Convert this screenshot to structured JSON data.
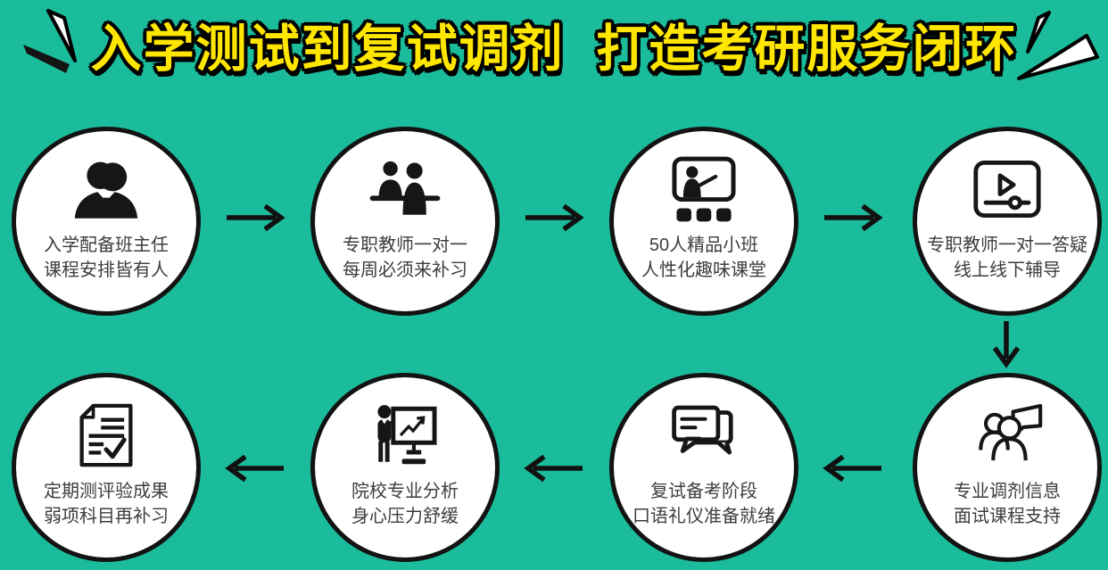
{
  "title": {
    "text": "入学测试到复试调剂  打造考研服务闭环",
    "text_color": "#ffe600",
    "outline_color": "#000000"
  },
  "colors": {
    "background": "#1bbc9b",
    "circle_fill": "#ffffff",
    "circle_border": "#131313",
    "node_text": "#3d3d3d",
    "icon": "#161616",
    "arrow": "#111111",
    "spark_fill": "#ffffff"
  },
  "flow": {
    "nodes": [
      {
        "step": 1,
        "icon": "businessman-icon",
        "line1": "入学配备班主任",
        "line2": "课程安排皆有人"
      },
      {
        "step": 2,
        "icon": "two-teachers-desk-icon",
        "line1": "专职教师一对一",
        "line2": "每周必须来补习"
      },
      {
        "step": 3,
        "icon": "classroom-lecture-icon",
        "line1": "50人精品小班",
        "line2": "人性化趣味课堂"
      },
      {
        "step": 4,
        "icon": "video-lesson-icon",
        "line1": "专职教师一对一答疑",
        "line2": "线上线下辅导"
      },
      {
        "step": 5,
        "icon": "people-speech-bubble-icon",
        "line1": "专业调剂信息",
        "line2": "面试课程支持"
      },
      {
        "step": 6,
        "icon": "chat-bubbles-icon",
        "line1": "复试备考阶段",
        "line2": "口语礼仪准备就绪"
      },
      {
        "step": 7,
        "icon": "presenter-chart-icon",
        "line1": "院校专业分析",
        "line2": "身心压力舒缓"
      },
      {
        "step": 8,
        "icon": "document-check-icon",
        "line1": "定期测评验成果",
        "line2": "弱项科目再补习"
      }
    ],
    "arrows": [
      {
        "from": 1,
        "to": 2,
        "direction": "right"
      },
      {
        "from": 2,
        "to": 3,
        "direction": "right"
      },
      {
        "from": 3,
        "to": 4,
        "direction": "right"
      },
      {
        "from": 4,
        "to": 5,
        "direction": "down"
      },
      {
        "from": 5,
        "to": 6,
        "direction": "left"
      },
      {
        "from": 6,
        "to": 7,
        "direction": "left"
      },
      {
        "from": 7,
        "to": 8,
        "direction": "left"
      }
    ]
  }
}
